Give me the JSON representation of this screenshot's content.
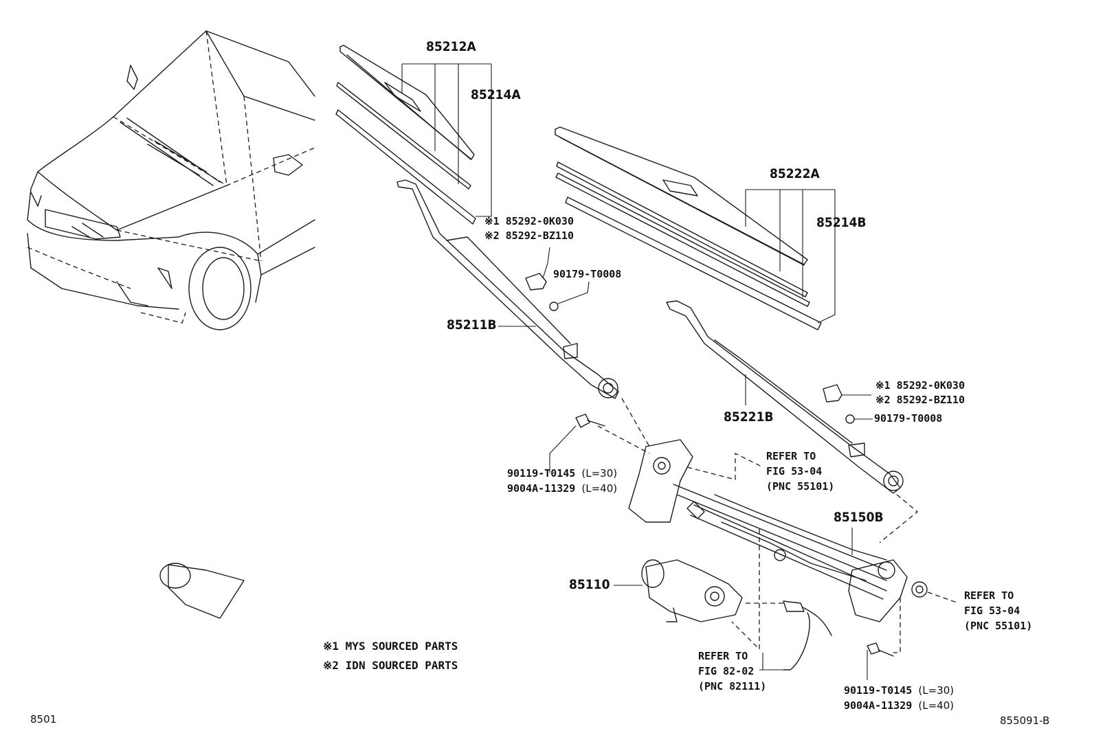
{
  "callouts": {
    "p85212A": "85212A",
    "p85214A": "85214A",
    "p85222A": "85222A",
    "p85214B": "85214B",
    "p85211B": "85211B",
    "p85221B": "85221B",
    "p85150B": "85150B",
    "p85110": "85110"
  },
  "cap_left": {
    "m1": "※1 85292-0K030",
    "m2": "※2 85292-BZ110"
  },
  "cap_right": {
    "m1": "※1 85292-0K030",
    "m2": "※2 85292-BZ110"
  },
  "nut_left": "90179-T0008",
  "nut_right": "90179-T0008",
  "bolt_left": {
    "p1": "90119-T0145",
    "l1": "(L=30)",
    "p2": "9004A-11329",
    "l2": "(L=40)"
  },
  "bolt_right": {
    "p1": "90119-T0145",
    "l1": "(L=30)",
    "p2": "9004A-11329",
    "l2": "(L=40)"
  },
  "refer_upper": {
    "l1": "REFER TO",
    "l2": "FIG 53-04",
    "l3": "(PNC 55101)"
  },
  "refer_right": {
    "l1": "REFER TO",
    "l2": "FIG 53-04",
    "l3": "(PNC 55101)"
  },
  "refer_lower": {
    "l1": "REFER TO",
    "l2": "FIG 82-02",
    "l3": "(PNC 82111)"
  },
  "notes": {
    "n1": "※1 MYS SOURCED PARTS",
    "n2": "※2 IDN SOURCED PARTS"
  },
  "figure_code_left": "8501",
  "figure_code_right": "855091-B"
}
